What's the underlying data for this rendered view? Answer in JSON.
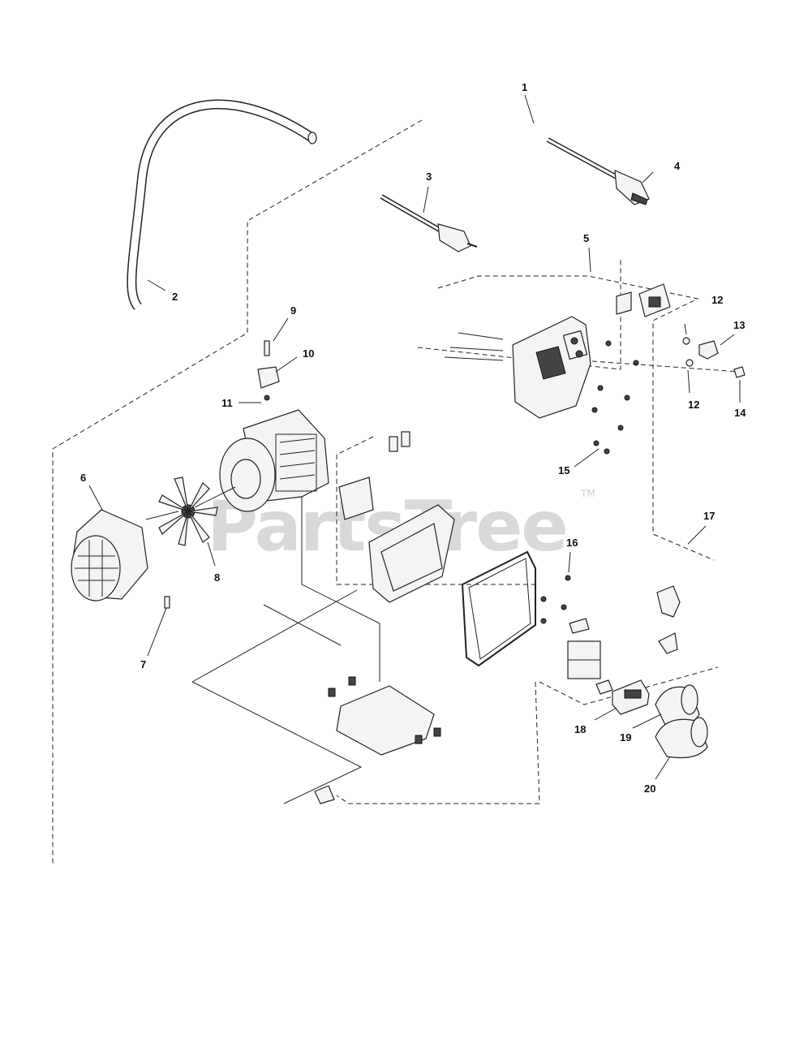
{
  "watermark": {
    "text": "PartsTree",
    "trademark": "TM"
  },
  "callouts": [
    {
      "id": "1",
      "text": "1"
    },
    {
      "id": "2",
      "text": "2"
    },
    {
      "id": "3",
      "text": "3"
    },
    {
      "id": "4",
      "text": "4"
    },
    {
      "id": "5",
      "text": "5"
    },
    {
      "id": "6",
      "text": "6"
    },
    {
      "id": "7",
      "text": "7"
    },
    {
      "id": "8",
      "text": "8"
    },
    {
      "id": "9",
      "text": "9"
    },
    {
      "id": "10",
      "text": "10"
    },
    {
      "id": "11",
      "text": "11"
    },
    {
      "id": "12a",
      "text": "12"
    },
    {
      "id": "12b",
      "text": "12"
    },
    {
      "id": "13",
      "text": "13"
    },
    {
      "id": "14",
      "text": "14"
    },
    {
      "id": "15",
      "text": "15"
    },
    {
      "id": "16",
      "text": "16"
    },
    {
      "id": "17",
      "text": "17"
    },
    {
      "id": "18",
      "text": "18"
    },
    {
      "id": "19",
      "text": "19"
    },
    {
      "id": "20",
      "text": "20"
    }
  ]
}
